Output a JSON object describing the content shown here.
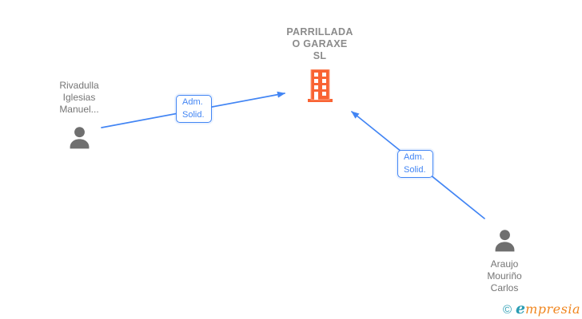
{
  "diagram": {
    "company": {
      "line1": "PARRILLADA",
      "line2": "O GARAXE",
      "line3": "SL"
    },
    "people": [
      {
        "line1": "Rivadulla",
        "line2": "Iglesias",
        "line3": "Manuel..."
      },
      {
        "line1": "Araujo",
        "line2": "Mouriño",
        "line3": "Carlos"
      }
    ],
    "relationships": [
      {
        "line1": "Adm.",
        "line2": "Solid."
      },
      {
        "line1": "Adm.",
        "line2": "Solid."
      }
    ]
  },
  "watermark": {
    "copyright": "©",
    "brand_initial": "e",
    "brand_rest": "mpresia"
  },
  "icons": {
    "company": "building-icon",
    "person": "person-icon"
  },
  "colors": {
    "edge_blue": "#4285F4",
    "building_orange": "#F96333",
    "person_gray": "#6F6F6F",
    "person_text_gray": "#757575",
    "company_text_gray": "#8B8B8B",
    "brand_teal": "#2B9DB4",
    "brand_orange": "#F0861F"
  }
}
